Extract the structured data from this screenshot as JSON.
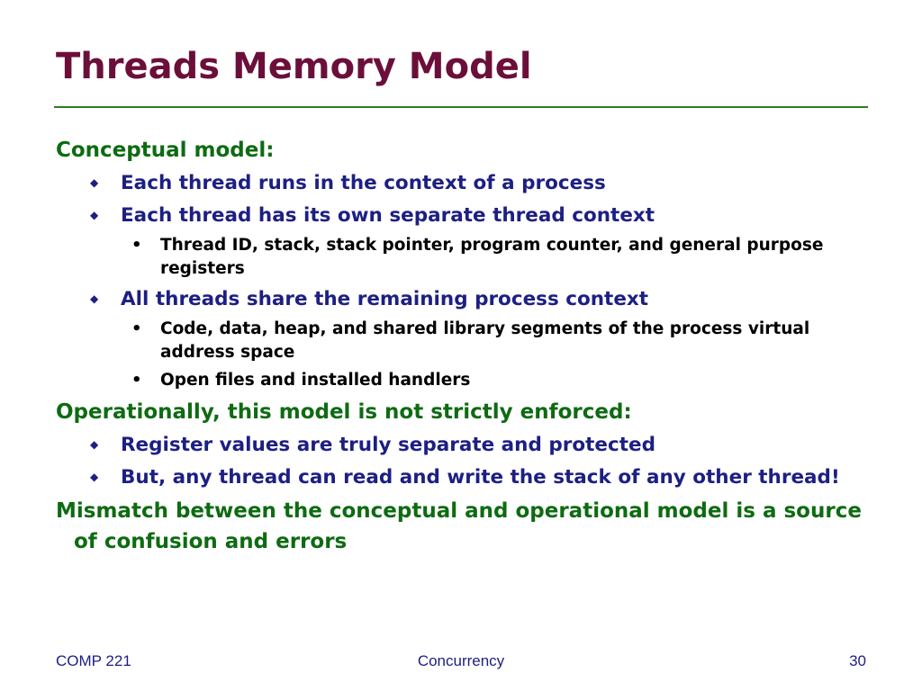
{
  "slide": {
    "title": "Threads Memory Model",
    "sections": [
      {
        "heading": "Conceptual model:",
        "items": [
          {
            "text": "Each thread runs in the context of a process",
            "subitems": []
          },
          {
            "text": "Each thread has its own separate thread context",
            "subitems": [
              "Thread ID, stack, stack pointer, program counter, and general purpose registers"
            ]
          },
          {
            "text": "All threads share the remaining process context",
            "subitems": [
              "Code, data, heap, and shared library segments of the process virtual address space",
              "Open files and installed handlers"
            ]
          }
        ]
      },
      {
        "heading": "Operationally, this model is not strictly enforced:",
        "items": [
          {
            "text": "Register values are truly separate and protected",
            "subitems": []
          },
          {
            "text": "But, any thread can read and write the stack of any other thread!",
            "subitems": []
          }
        ]
      },
      {
        "heading": "Mismatch between the conceptual and operational model is a source of confusion and errors",
        "items": []
      }
    ],
    "bullet_l2": "◆",
    "bullet_l3": "•"
  },
  "footer": {
    "left": "COMP 221",
    "center": "Concurrency",
    "right": "30"
  },
  "colors": {
    "title": "#6b0f3a",
    "heading": "#0e6b12",
    "level2": "#1d1f83",
    "rule": "#2e7d1f"
  }
}
